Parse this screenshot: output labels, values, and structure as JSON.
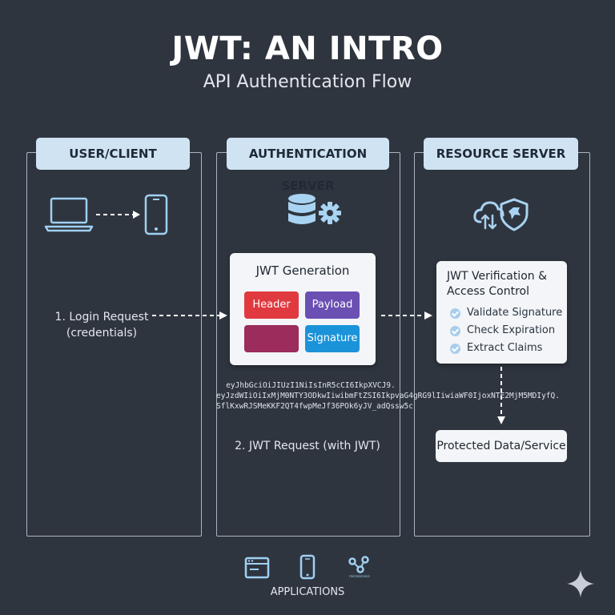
{
  "header": {
    "title": "JWT: AN INTRO",
    "subtitle": "API Authentication Flow"
  },
  "columns": {
    "client": {
      "label": "USER/CLIENT"
    },
    "auth": {
      "label": "AUTHENTICATION SERVER"
    },
    "resource": {
      "label": "RESOURCE SERVER"
    }
  },
  "steps": {
    "login_line1": "1. Login Request",
    "login_line2": "(credentials)",
    "jwt_request": "2. JWT Request (with JWT)"
  },
  "generation": {
    "title": "JWT Generation",
    "header_label": "Header",
    "payload_label": "Payload",
    "signature_label": "Signature",
    "colors": {
      "header": "#e0393f",
      "payload": "#6b4fb3",
      "blank": "#9b2c5b",
      "signature": "#1b93d9"
    }
  },
  "token": {
    "line1": "eyJhbGciOiJIUzI1NiIsInR5cCI6IkpXVCJ9.",
    "line2": "eyJzdWIiOiIxMjM0NTY3ODkwIiwibmFtZSI6IkpvaG4gRG9lIiwiaWF0IjoxNTE2MjM5MDIyfQ.",
    "line3": "SflKxwRJSMeKKF2QT4fwpMeJf36POk6yJV_adQssw5c"
  },
  "verification": {
    "title_line1": "JWT Verification &",
    "title_line2": "Access Control",
    "checks": [
      "Validate Signature",
      "Check Expiration",
      "Extract Claims"
    ]
  },
  "protected": {
    "label": "Protected Data/Service"
  },
  "footer": {
    "label": "APPLICATIONS"
  },
  "icons": {
    "client_left": "laptop-icon",
    "client_right": "phone-icon",
    "auth": "database-gear-icon",
    "resource": "cloud-shield-icon",
    "app1": "browser-window-icon",
    "app2": "mobile-app-icon",
    "app3": "microservice-icon",
    "corner": "sparkle-icon"
  },
  "colors": {
    "background": "#2f353f",
    "header_fill": "#cfe3f3",
    "arrow": "#ffffff"
  }
}
